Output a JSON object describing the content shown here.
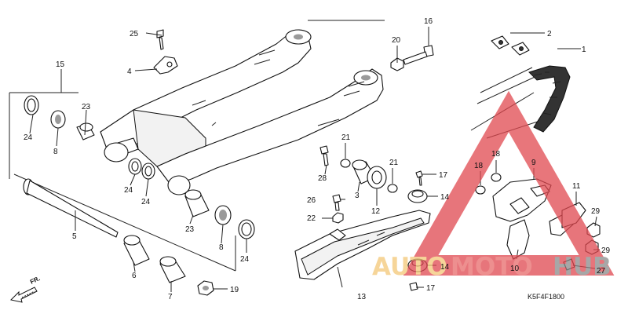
{
  "diagram": {
    "code": "K5F4F1800",
    "front_indicator": "FR."
  },
  "callouts": {
    "c1": "1",
    "c2": "2",
    "c3": "3",
    "c4": "4",
    "c5": "5",
    "c6": "6",
    "c7": "7",
    "c8a": "8",
    "c8b": "8",
    "c9": "9",
    "c10": "10",
    "c11": "11",
    "c12": "12",
    "c13": "13",
    "c14a": "14",
    "c14b": "14",
    "c15": "15",
    "c16": "16",
    "c17a": "17",
    "c17b": "17",
    "c18a": "18",
    "c18b": "18",
    "c19": "19",
    "c20": "20",
    "c21a": "21",
    "c21b": "21",
    "c22": "22",
    "c23a": "23",
    "c23b": "23",
    "c24a": "24",
    "c24b": "24",
    "c24c": "24",
    "c24d": "24",
    "c25": "25",
    "c26": "26",
    "c27": "27",
    "c28": "28",
    "c29a": "29",
    "c29b": "29"
  },
  "watermark": {
    "auto": "AUTO",
    "moto": "MOTO",
    "hub": "HUB",
    "colors": {
      "triangle": "#e0484f",
      "auto": "#f4c878",
      "moto": "#e86a6a",
      "hub": "#8a8a8a"
    }
  }
}
